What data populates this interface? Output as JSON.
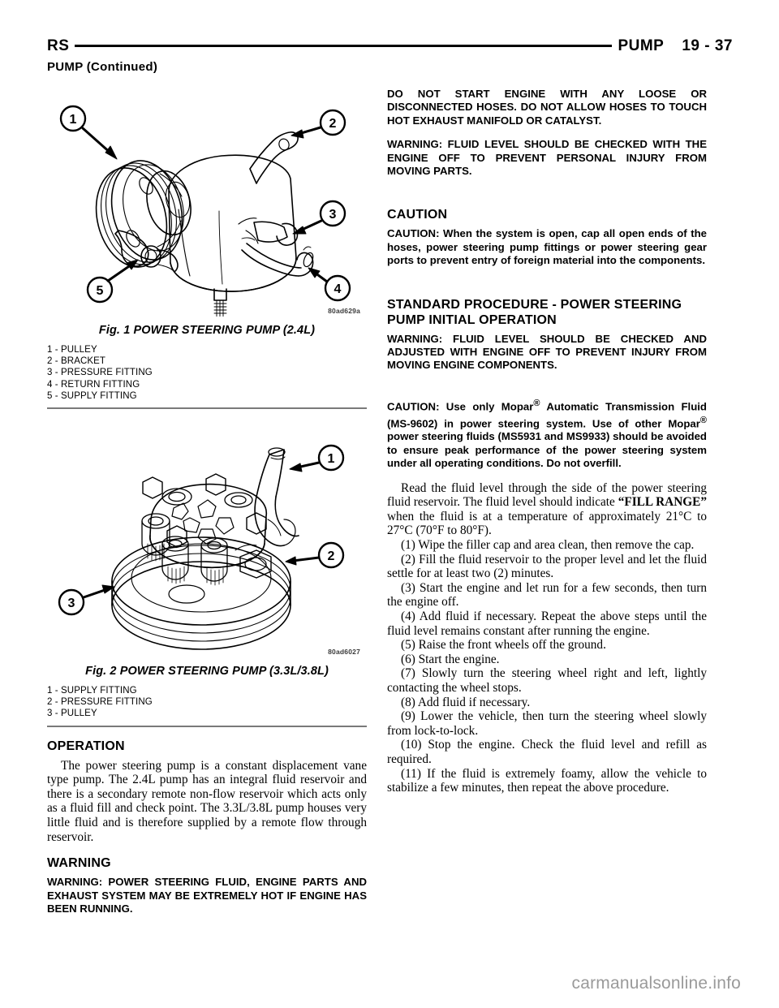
{
  "header": {
    "left_code": "RS",
    "section_title": "PUMP",
    "page_number": "19 - 37",
    "continued_head": "PUMP (Continued)"
  },
  "figures": [
    {
      "id_label": "80ad629a",
      "caption": "Fig. 1 POWER STEERING PUMP (2.4L)",
      "legend": [
        "1 - PULLEY",
        "2 - BRACKET",
        "3 - PRESSURE FITTING",
        "4 - RETURN FITTING",
        "5 - SUPPLY FITTING"
      ],
      "callouts": [
        "1",
        "2",
        "3",
        "4",
        "5"
      ]
    },
    {
      "id_label": "80ad6027",
      "caption": "Fig. 2 POWER STEERING PUMP (3.3L/3.8L)",
      "legend": [
        "1 - SUPPLY FITTING",
        "2 - PRESSURE FITTING",
        "3 - PULLEY"
      ],
      "callouts": [
        "1",
        "2",
        "3"
      ]
    }
  ],
  "left_column": {
    "operation": {
      "heading": "OPERATION",
      "paragraph": "The power steering pump is a constant displacement vane type pump. The 2.4L pump has an integral fluid reservoir and there is a secondary remote non-flow reservoir which acts only as a fluid fill and check point. The 3.3L/3.8L pump houses very little fluid and is therefore supplied by a remote flow through reservoir."
    },
    "warning": {
      "heading": "WARNING",
      "text": "WARNING: POWER STEERING FLUID, ENGINE PARTS AND EXHAUST SYSTEM MAY BE EXTREMELY HOT IF ENGINE HAS BEEN RUNNING."
    }
  },
  "right_column": {
    "warning_continued": "DO NOT START ENGINE WITH ANY LOOSE OR DISCONNECTED HOSES. DO NOT ALLOW HOSES TO TOUCH HOT EXHAUST MANIFOLD OR CATALYST.",
    "warning_fluid_level": "WARNING: FLUID LEVEL SHOULD BE CHECKED WITH THE ENGINE OFF TO PREVENT PERSONAL INJURY FROM MOVING PARTS.",
    "caution": {
      "heading": "CAUTION",
      "text": "CAUTION: When the system is open, cap all open ends of the hoses, power steering pump fittings or power steering gear ports to prevent entry of foreign material into the components."
    },
    "standard_procedure": {
      "heading": "STANDARD PROCEDURE - POWER STEERING PUMP INITIAL OPERATION",
      "warning": "WARNING: FLUID LEVEL SHOULD BE CHECKED AND ADJUSTED WITH ENGINE OFF TO PREVENT INJURY FROM MOVING ENGINE COMPONENTS.",
      "caution_part1": "CAUTION: Use only Mopar",
      "caution_trademark": "®",
      "caution_part2": " Automatic Transmission Fluid (MS-9602) in power steering system. Use of other Mopar",
      "caution_part3": " power steering fluids (MS5931 and MS9933) should be avoided to ensure peak performance of the power steering system under all operating conditions. Do not overfill.",
      "intro_before_fill": "Read the fluid level through the side of the power steering fluid reservoir. The fluid level should indicate ",
      "intro_fill_range": "“FILL RANGE”",
      "intro_after_fill": " when the fluid is at a temperature of approximately 21°C to 27°C (70°F to 80°F).",
      "steps": [
        "(1) Wipe the filler cap and area clean, then remove the cap.",
        "(2) Fill the fluid reservoir to the proper level and let the fluid settle for at least two (2) minutes.",
        "(3) Start the engine and let run for a few seconds, then turn the engine off.",
        "(4) Add fluid if necessary. Repeat the above steps until the fluid level remains constant after running the engine.",
        "(5) Raise the front wheels off the ground.",
        "(6) Start the engine.",
        "(7) Slowly turn the steering wheel right and left, lightly contacting the wheel stops.",
        "(8) Add fluid if necessary.",
        "(9) Lower the vehicle, then turn the steering wheel slowly from lock-to-lock.",
        "(10) Stop the engine. Check the fluid level and refill as required.",
        "(11) If the fluid is extremely foamy, allow the vehicle to stabilize a few minutes, then repeat the above procedure."
      ]
    }
  },
  "footer": {
    "watermark": "carmanualsonline.info"
  }
}
